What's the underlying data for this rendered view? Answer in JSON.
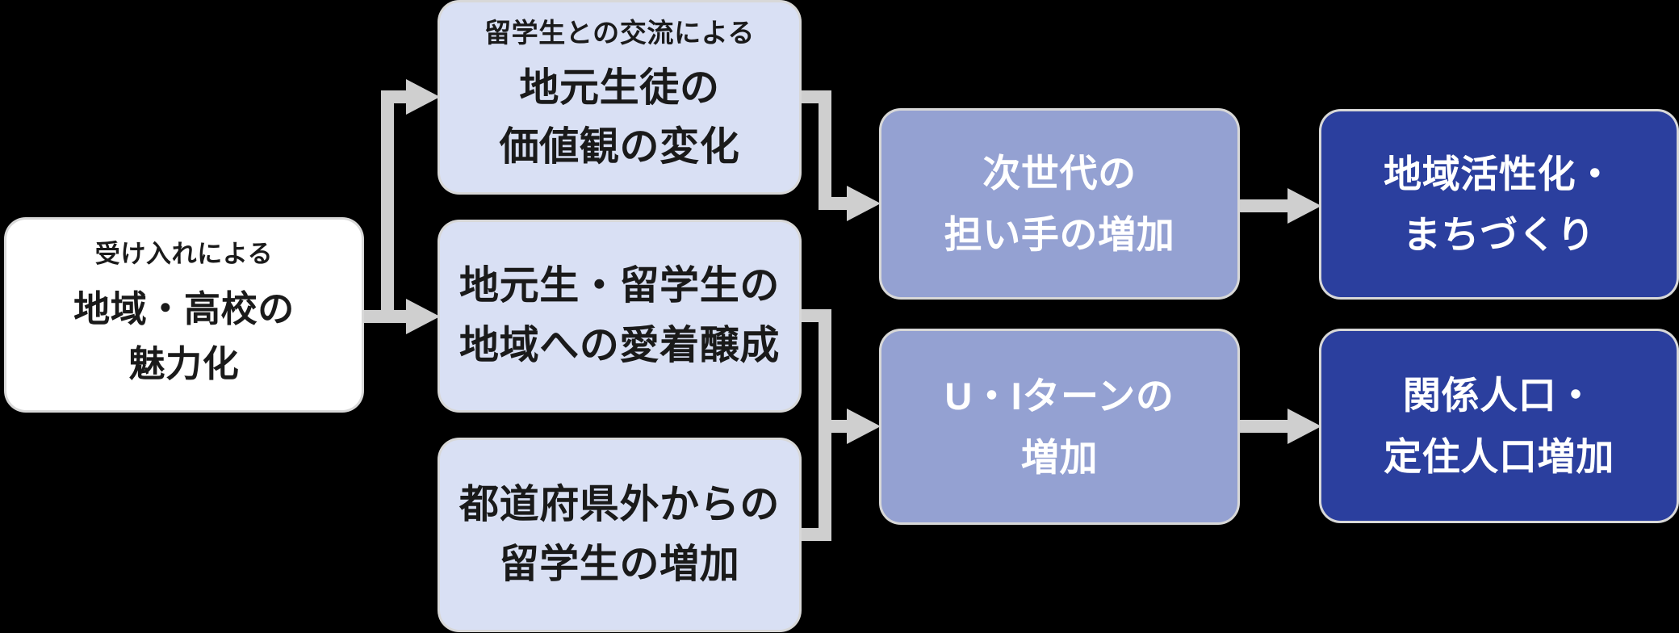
{
  "colors": {
    "canvas-bg": "#000000",
    "box-white": "#FFFFFF",
    "box-light": "#D9E0F4",
    "box-medium": "#94A1D2",
    "box-dark": "#2B3F9E",
    "box-outline": "#D8D8D8",
    "arrow": "#CFCFCF",
    "text-dark": "#1A1A1A",
    "text-light": "#FFFFFF"
  },
  "diagram": {
    "nodes": {
      "source": {
        "tag": "受け入れによる",
        "line1": "地域・高校の",
        "line2": "魅力化"
      },
      "values_change": {
        "tag": "留学生との交流による",
        "line1": "地元生徒の",
        "line2": "価値観の変化"
      },
      "attachment": {
        "line1": "地元生・留学生の",
        "line2": "地域への愛着醸成"
      },
      "students_increase": {
        "line1": "都道府県外からの",
        "line2": "留学生の増加"
      },
      "next_generation": {
        "line1": "次世代の",
        "line2": "担い手の増加"
      },
      "ui_turn": {
        "line1": "U・Iターンの",
        "line2": "増加"
      },
      "revitalization": {
        "line1": "地域活性化・",
        "line2": "まちづくり"
      },
      "population": {
        "line1": "関係人口・",
        "line2": "定住人口増加"
      }
    }
  }
}
